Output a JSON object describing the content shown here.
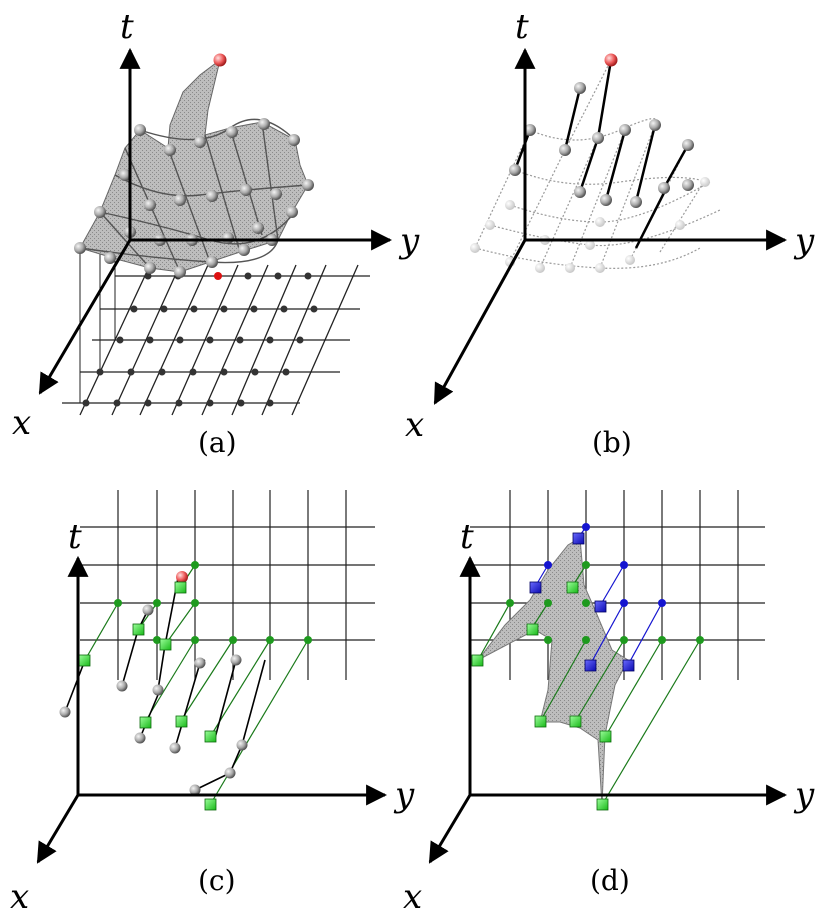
{
  "panels": [
    {
      "id": "a",
      "caption": "(a)",
      "axes": {
        "t": "t",
        "x": "x",
        "y": "y"
      }
    },
    {
      "id": "b",
      "caption": "(b)",
      "axes": {
        "t": "t",
        "x": "x",
        "y": "y"
      }
    },
    {
      "id": "c",
      "caption": "(c)",
      "axes": {
        "t": "t",
        "x": "x",
        "y": "y"
      }
    },
    {
      "id": "d",
      "caption": "(d)",
      "axes": {
        "t": "t",
        "x": "x",
        "y": "y"
      }
    }
  ],
  "colors": {
    "axis": "#000000",
    "grid": "#222222",
    "surface_fill": "#b5b5b5",
    "sphere": "#9a9a9a",
    "highlight": "#e45555",
    "green": "#2fd62f",
    "green_line": "#1a7a1a",
    "blue": "#1515d0"
  }
}
